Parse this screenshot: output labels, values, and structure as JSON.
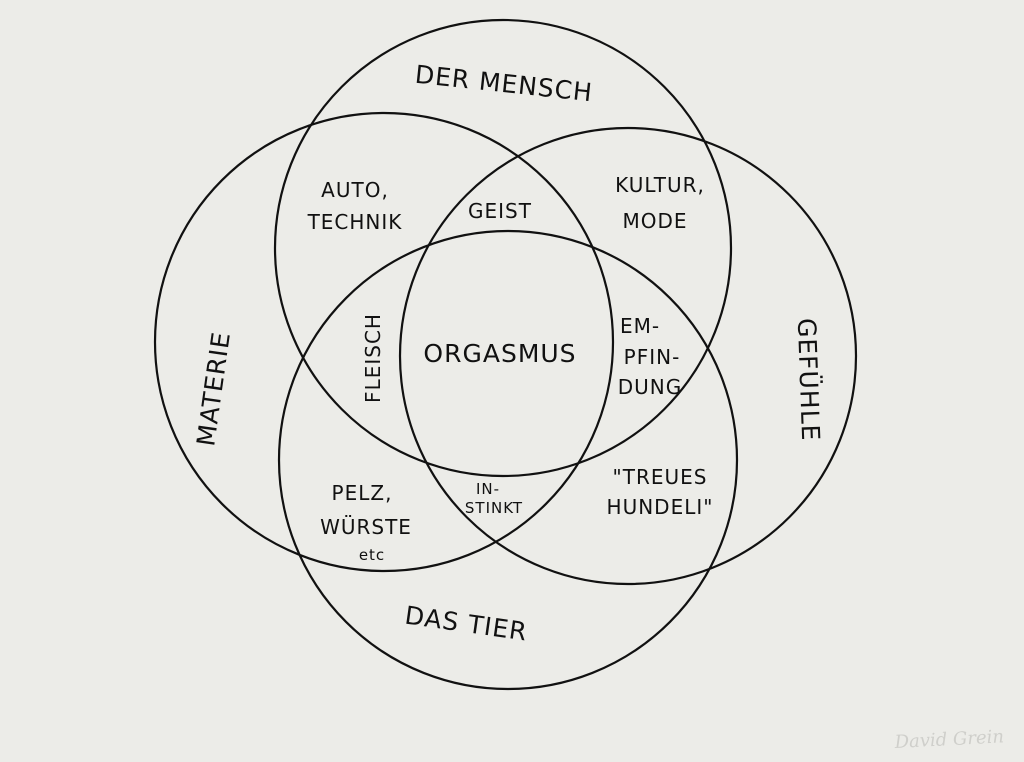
{
  "diagram": {
    "sets": {
      "top": "DER MENSCH",
      "left": "MATERIE",
      "right": "GEFÜHLE",
      "bottom": "DAS TIER"
    },
    "regions": {
      "top_left_1": "AUTO,",
      "top_left_2": "TECHNIK",
      "top_center": "GEIST",
      "top_right_1": "KULTUR,",
      "top_right_2": "MODE",
      "left_center": "FLEISCH",
      "center": "ORGASMUS",
      "right_center_1": "EM-",
      "right_center_2": "PFIN-",
      "right_center_3": "DUNG",
      "bottom_left_1": "PELZ,",
      "bottom_left_2": "WÜRSTE",
      "bottom_left_3": "etc",
      "bottom_center_1": "IN-",
      "bottom_center_2": "STINKT",
      "bottom_right_1": "\"TREUES",
      "bottom_right_2": "HUNDELI\""
    },
    "signature": "David Grein"
  },
  "colors": {
    "ink": "#111111",
    "paper": "#ecece8"
  }
}
